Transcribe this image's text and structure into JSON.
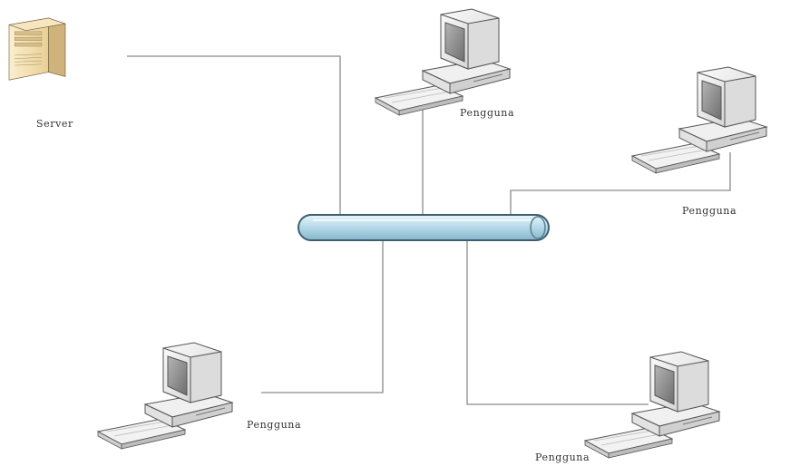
{
  "diagram": {
    "colors": {
      "background": "#ffffff",
      "line": "#8a8a8a",
      "bus_fill_top": "#e9f6fb",
      "bus_fill_bottom": "#86b6cc",
      "bus_stroke": "#3e5f70",
      "monitor_body": "#eeeeee",
      "screen": "#8f8f8f",
      "server_front": "#f3dfb2",
      "server_side": "#cfb27c"
    },
    "bus": {
      "name": "backbone-bus"
    },
    "nodes": [
      {
        "id": "server",
        "kind": "server",
        "label": "Server",
        "icon": "server-icon"
      },
      {
        "id": "user-top",
        "kind": "computer",
        "label": "Pengguna",
        "icon": "computer-icon"
      },
      {
        "id": "user-right",
        "kind": "computer",
        "label": "Pengguna",
        "icon": "computer-icon"
      },
      {
        "id": "user-bottom-left",
        "kind": "computer",
        "label": "Pengguna",
        "icon": "computer-icon"
      },
      {
        "id": "user-bottom-right",
        "kind": "computer",
        "label": "Pengguna",
        "icon": "computer-icon"
      }
    ]
  }
}
